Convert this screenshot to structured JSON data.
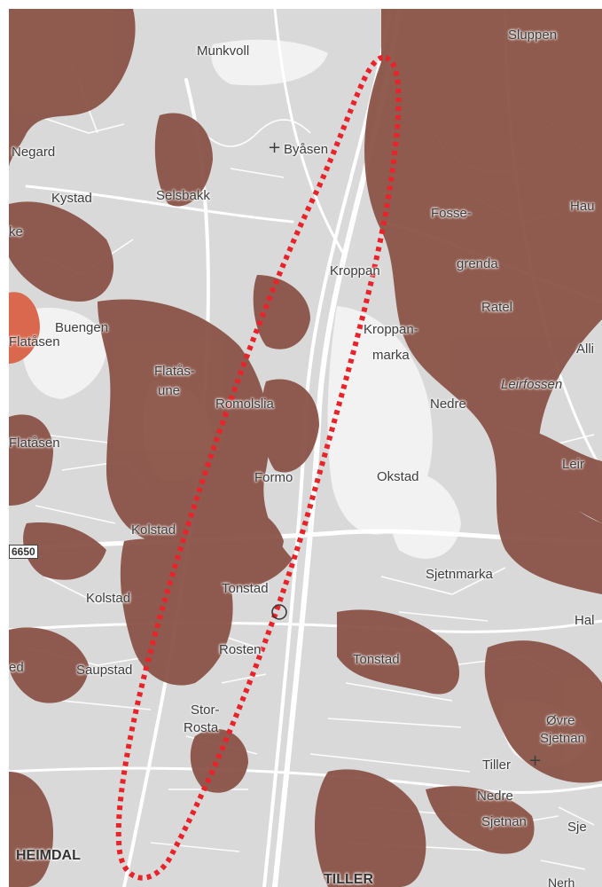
{
  "map": {
    "colors": {
      "background": "#d9d9d9",
      "open_area": "#f2f2f2",
      "hazard_zone": "#8b5448",
      "hazard_zone_light": "#d9684e",
      "road": "#ffffff",
      "outline": "#e8232a"
    },
    "labels": {
      "munkvoll": "Munkvoll",
      "sluppen": "Sluppen",
      "negard": "Negard",
      "byasen": "Byåsen",
      "kystad": "Kystad",
      "selsbakk": "Selsbakk",
      "fossegrenda_1": "Fosse-",
      "fossegrenda_2": "grenda",
      "ha_edge": "Hau",
      "ke_edge": "ke",
      "kroppan": "Kroppan",
      "ratel": "Ratel",
      "buengen": "Buengen",
      "flatasen_1": "Flatåsen",
      "kroppanmarka_1": "Kroppan-",
      "kroppanmarka_2": "marka",
      "alli_edge": "Alli",
      "flatasune_1": "Flatås-",
      "flatasune_2": "une",
      "leirfossen": "Leirfossen",
      "romolslia": "Romolslia",
      "nedre": "Nedre",
      "flatasen_2": "Flatåsen",
      "leir_edge": "Leir",
      "formo": "Formo",
      "okstad": "Okstad",
      "kolstad_1": "Kolstad",
      "road_number": "6650",
      "sjetnmarka": "Sjetnmarka",
      "tonstad_1": "Tonstad",
      "kolstad_2": "Kolstad",
      "hal_edge": "Hal",
      "rosten": "Rosten",
      "saupstad": "Saupstad",
      "tonstad_2": "Tonstad",
      "ed_edge": "ed",
      "storrosta_1": "Stor-",
      "storrosta_2": "Rosta",
      "ovre_sjetnan_1": "Øvre",
      "ovre_sjetnan_2": "Sjetnan",
      "tiller": "Tiller",
      "nedre_sjetnan_1": "Nedre",
      "nedre_sjetnan_2": "Sjetnan",
      "sje_edge": "Sje",
      "heimdal": "HEIMDAL",
      "tiller_caps": "TILLER",
      "nerh_edge": "Nerh"
    }
  }
}
